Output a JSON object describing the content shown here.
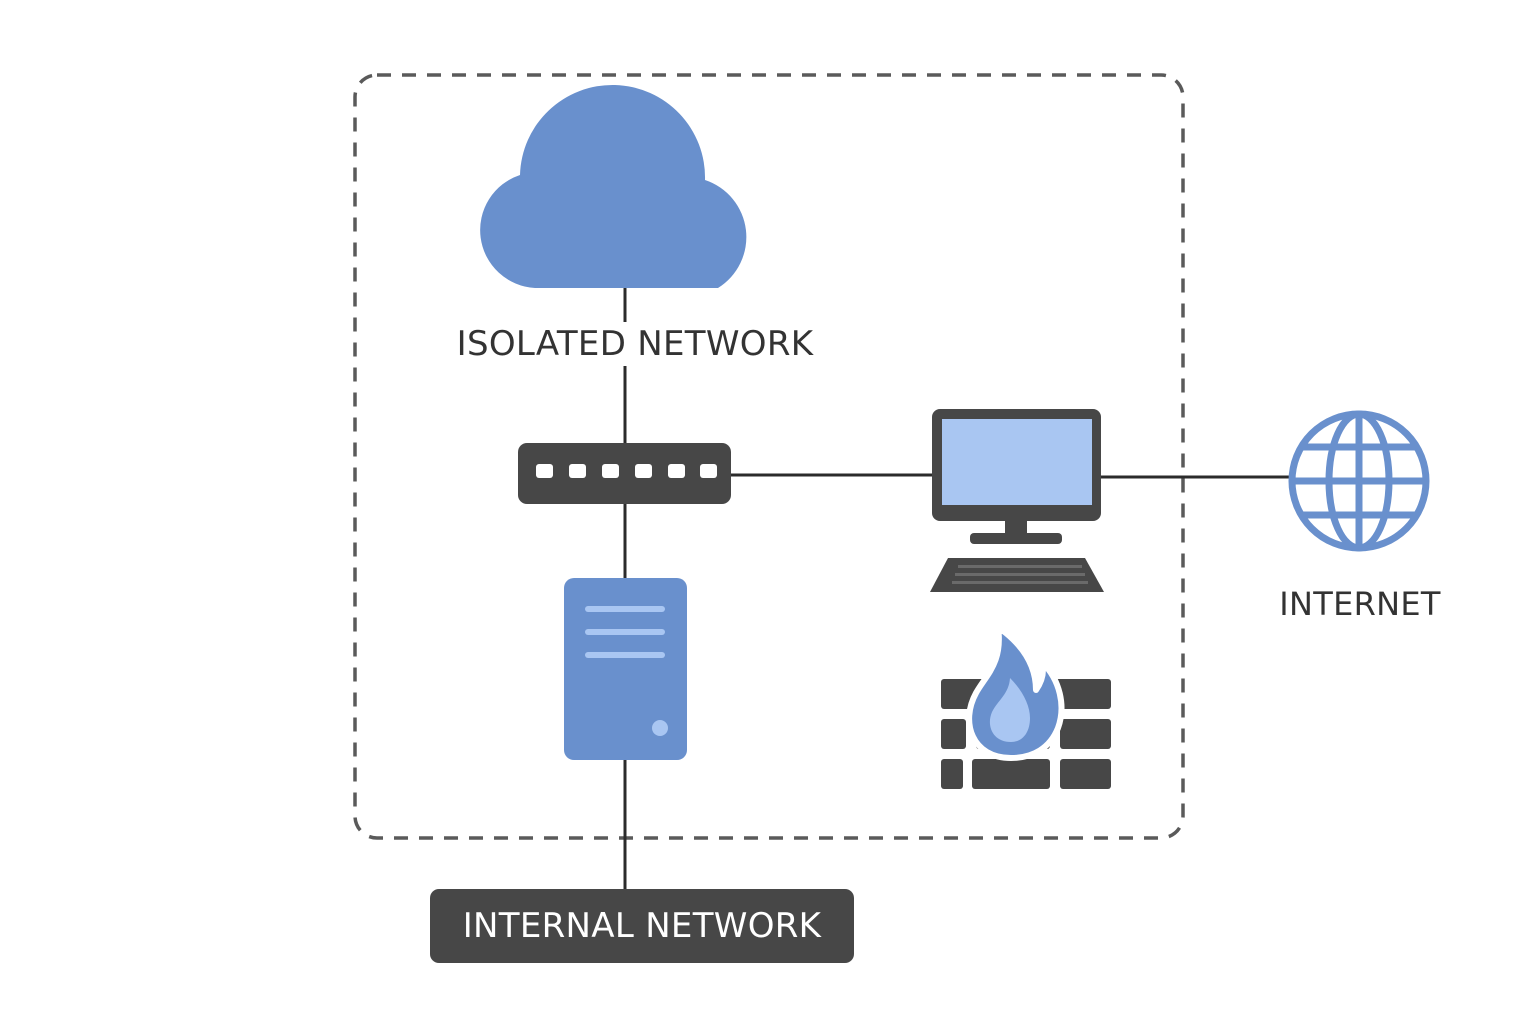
{
  "labels": {
    "isolated_network": "ISOLATED NETWORK",
    "internet": "INTERNET",
    "internal_network": "INTERNAL NETWORK"
  },
  "nodes": [
    {
      "id": "cloud",
      "icon": "cloud-icon"
    },
    {
      "id": "switch",
      "icon": "switch-icon"
    },
    {
      "id": "workstation",
      "icon": "computer-icon"
    },
    {
      "id": "server",
      "icon": "server-icon"
    },
    {
      "id": "firewall",
      "icon": "firewall-icon"
    },
    {
      "id": "internet",
      "icon": "globe-icon"
    }
  ],
  "connections": [
    [
      "cloud",
      "switch"
    ],
    [
      "switch",
      "workstation"
    ],
    [
      "switch",
      "server"
    ],
    [
      "server",
      "internal_network"
    ],
    [
      "workstation",
      "internet"
    ]
  ],
  "colors": {
    "blue": "#6990CD",
    "light_blue": "#A9C6F2",
    "dark": "#474747",
    "line": "#2B2B2B",
    "dashed_border": "#5A5A5A"
  }
}
